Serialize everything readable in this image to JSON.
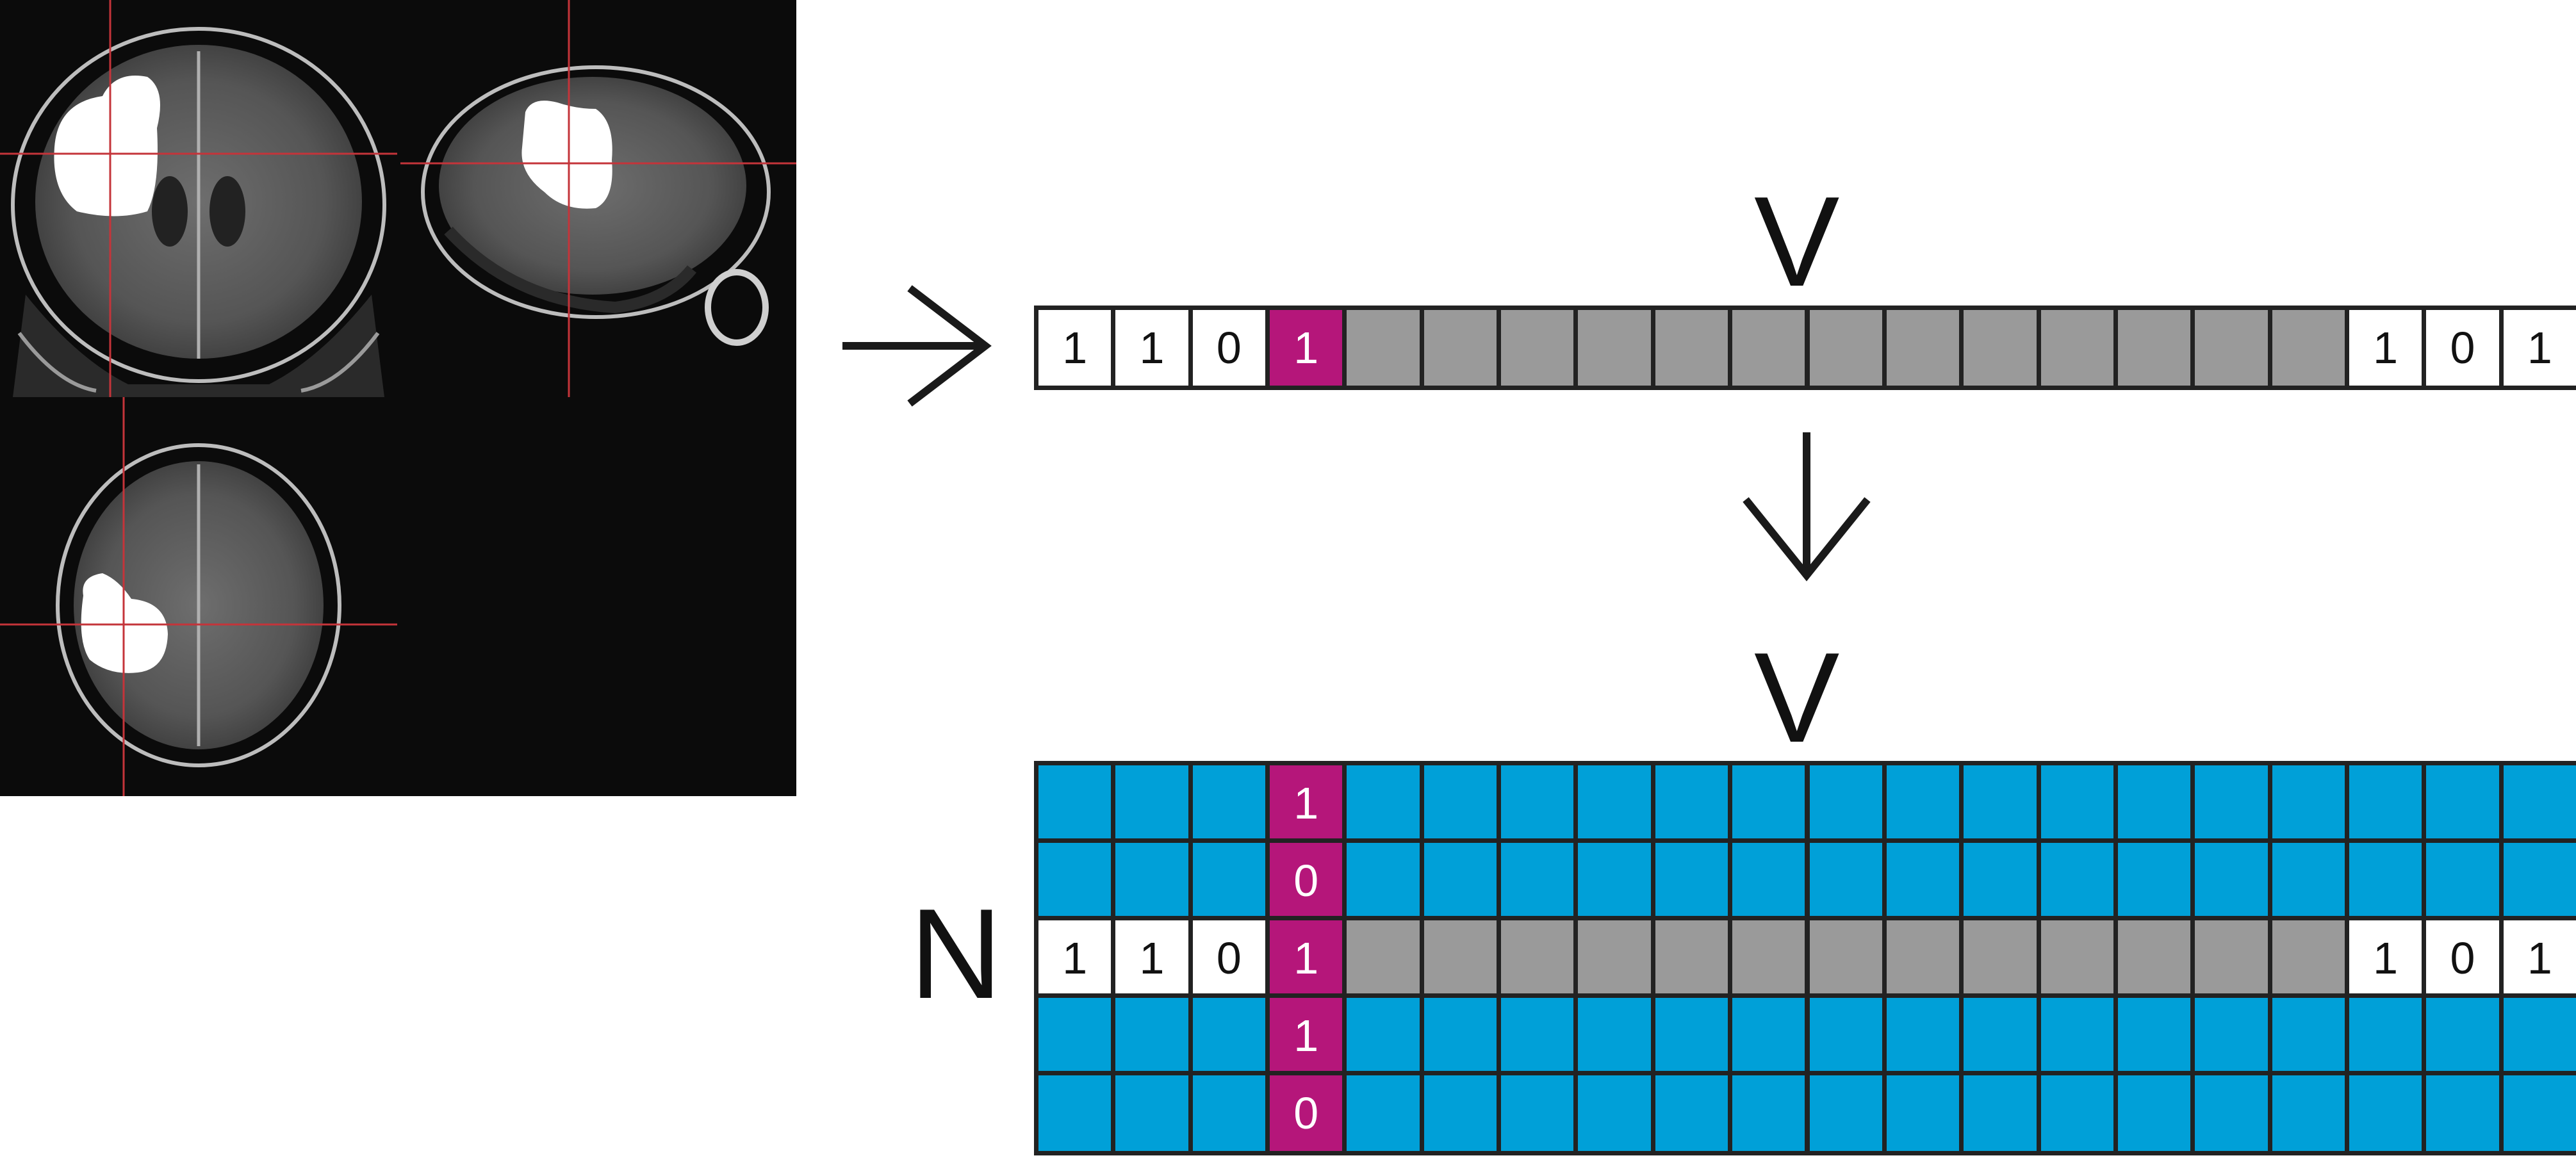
{
  "labels": {
    "vector": "V",
    "vector2": "V",
    "subjects": "N"
  },
  "vector_row": {
    "head": [
      "1",
      "1",
      "0"
    ],
    "highlight": "1",
    "tail": [
      "1",
      "0",
      "1"
    ],
    "gray_count": 13
  },
  "matrix_column": [
    "1",
    "0",
    "1",
    "1",
    "0"
  ],
  "matrix_vector_row_index": 2,
  "colors": {
    "highlight": "#b5167a",
    "matrix_fill": "#00a0d8",
    "unknown": "#9a9a9a",
    "grid_line": "#222222",
    "mri_background": "#0b0b0b",
    "crosshair": "#c4343a"
  },
  "icons": [
    "right-arrow-icon",
    "down-arrow-icon"
  ]
}
